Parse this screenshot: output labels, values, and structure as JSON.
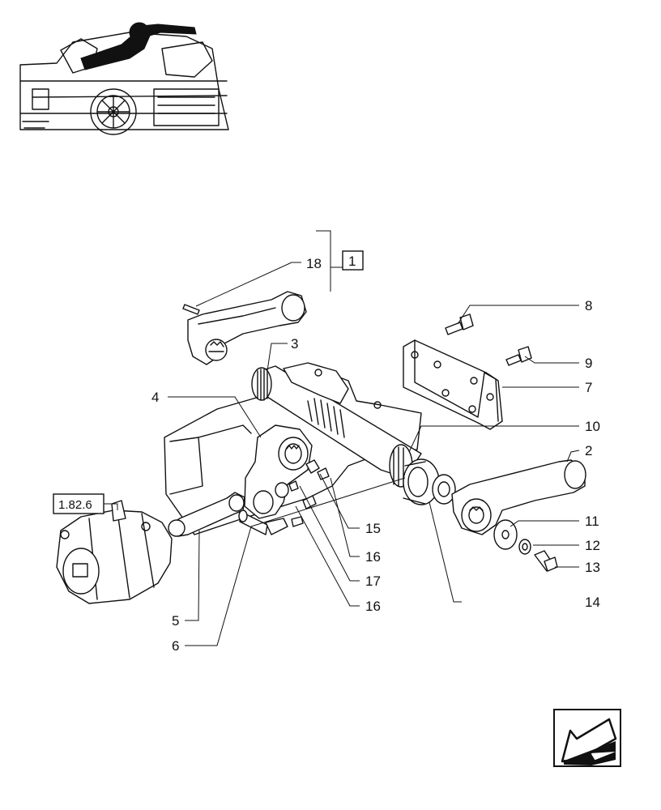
{
  "callouts": [
    {
      "id": "c18",
      "label": "18"
    },
    {
      "id": "c1",
      "label": "1"
    },
    {
      "id": "c8",
      "label": "8"
    },
    {
      "id": "c3",
      "label": "3"
    },
    {
      "id": "c9",
      "label": "9"
    },
    {
      "id": "c7",
      "label": "7"
    },
    {
      "id": "c4",
      "label": "4"
    },
    {
      "id": "c10",
      "label": "10"
    },
    {
      "id": "c2",
      "label": "2"
    },
    {
      "id": "c11",
      "label": "11"
    },
    {
      "id": "c12",
      "label": "12"
    },
    {
      "id": "c13",
      "label": "13"
    },
    {
      "id": "c15",
      "label": "15"
    },
    {
      "id": "c16a",
      "label": "16"
    },
    {
      "id": "c17",
      "label": "17"
    },
    {
      "id": "c16b",
      "label": "16"
    },
    {
      "id": "c14",
      "label": "14"
    },
    {
      "id": "c5",
      "label": "5"
    },
    {
      "id": "c6",
      "label": "6"
    }
  ],
  "reference_box": {
    "label": "1.82.6"
  },
  "nav_icon": {
    "name": "previous-page-arrow-icon"
  }
}
